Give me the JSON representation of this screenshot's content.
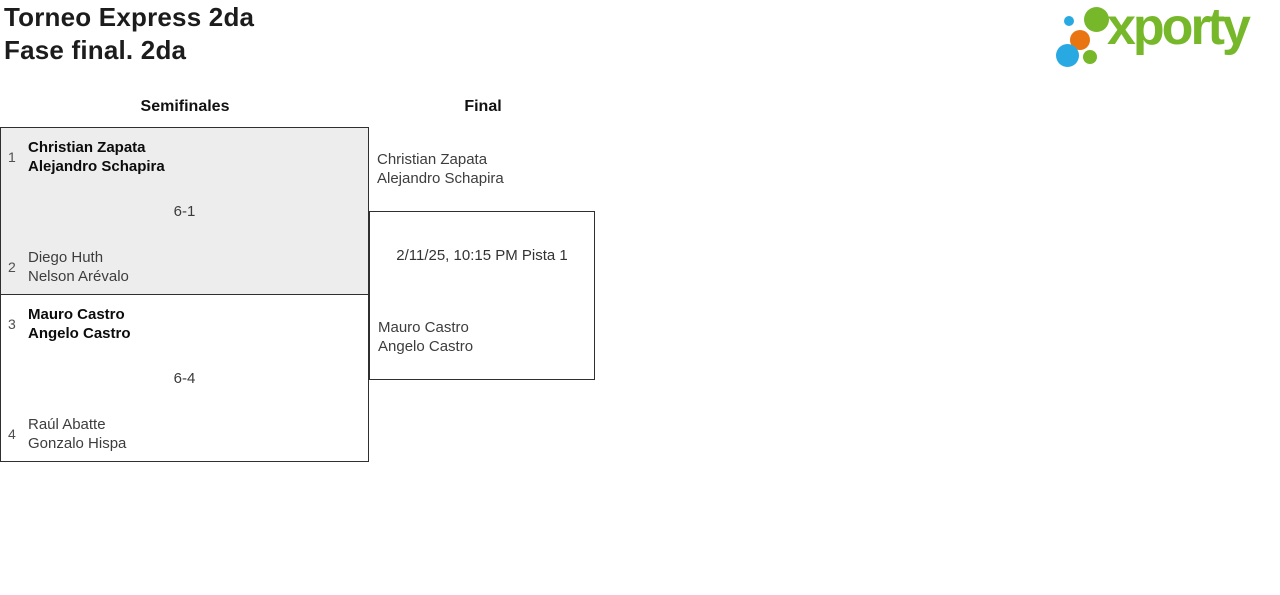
{
  "header": {
    "title_line1": "Torneo Express 2da",
    "title_line2": "Fase final. 2da"
  },
  "logo": {
    "text": "xporty",
    "green": "#76b82a",
    "blue": "#29a9e1",
    "orange": "#e87511"
  },
  "rounds": {
    "semifinals_label": "Semifinales",
    "final_label": "Final"
  },
  "semifinals": [
    {
      "team1": {
        "seed": "1",
        "player1": "Christian Zapata",
        "player2": "Alejandro Schapira",
        "winner": true
      },
      "score": "6-1",
      "team2": {
        "seed": "2",
        "player1": "Diego Huth",
        "player2": "Nelson Arévalo",
        "winner": false
      }
    },
    {
      "team1": {
        "seed": "3",
        "player1": "Mauro Castro",
        "player2": "Angelo Castro",
        "winner": true
      },
      "score": "6-4",
      "team2": {
        "seed": "4",
        "player1": "Raúl Abatte",
        "player2": "Gonzalo Hispa",
        "winner": false
      }
    }
  ],
  "final": {
    "team1_player1": "Christian Zapata",
    "team1_player2": "Alejandro Schapira",
    "schedule": "2/11/25, 10:15 PM Pista 1",
    "team2_player1": "Mauro Castro",
    "team2_player2": "Angelo Castro"
  }
}
